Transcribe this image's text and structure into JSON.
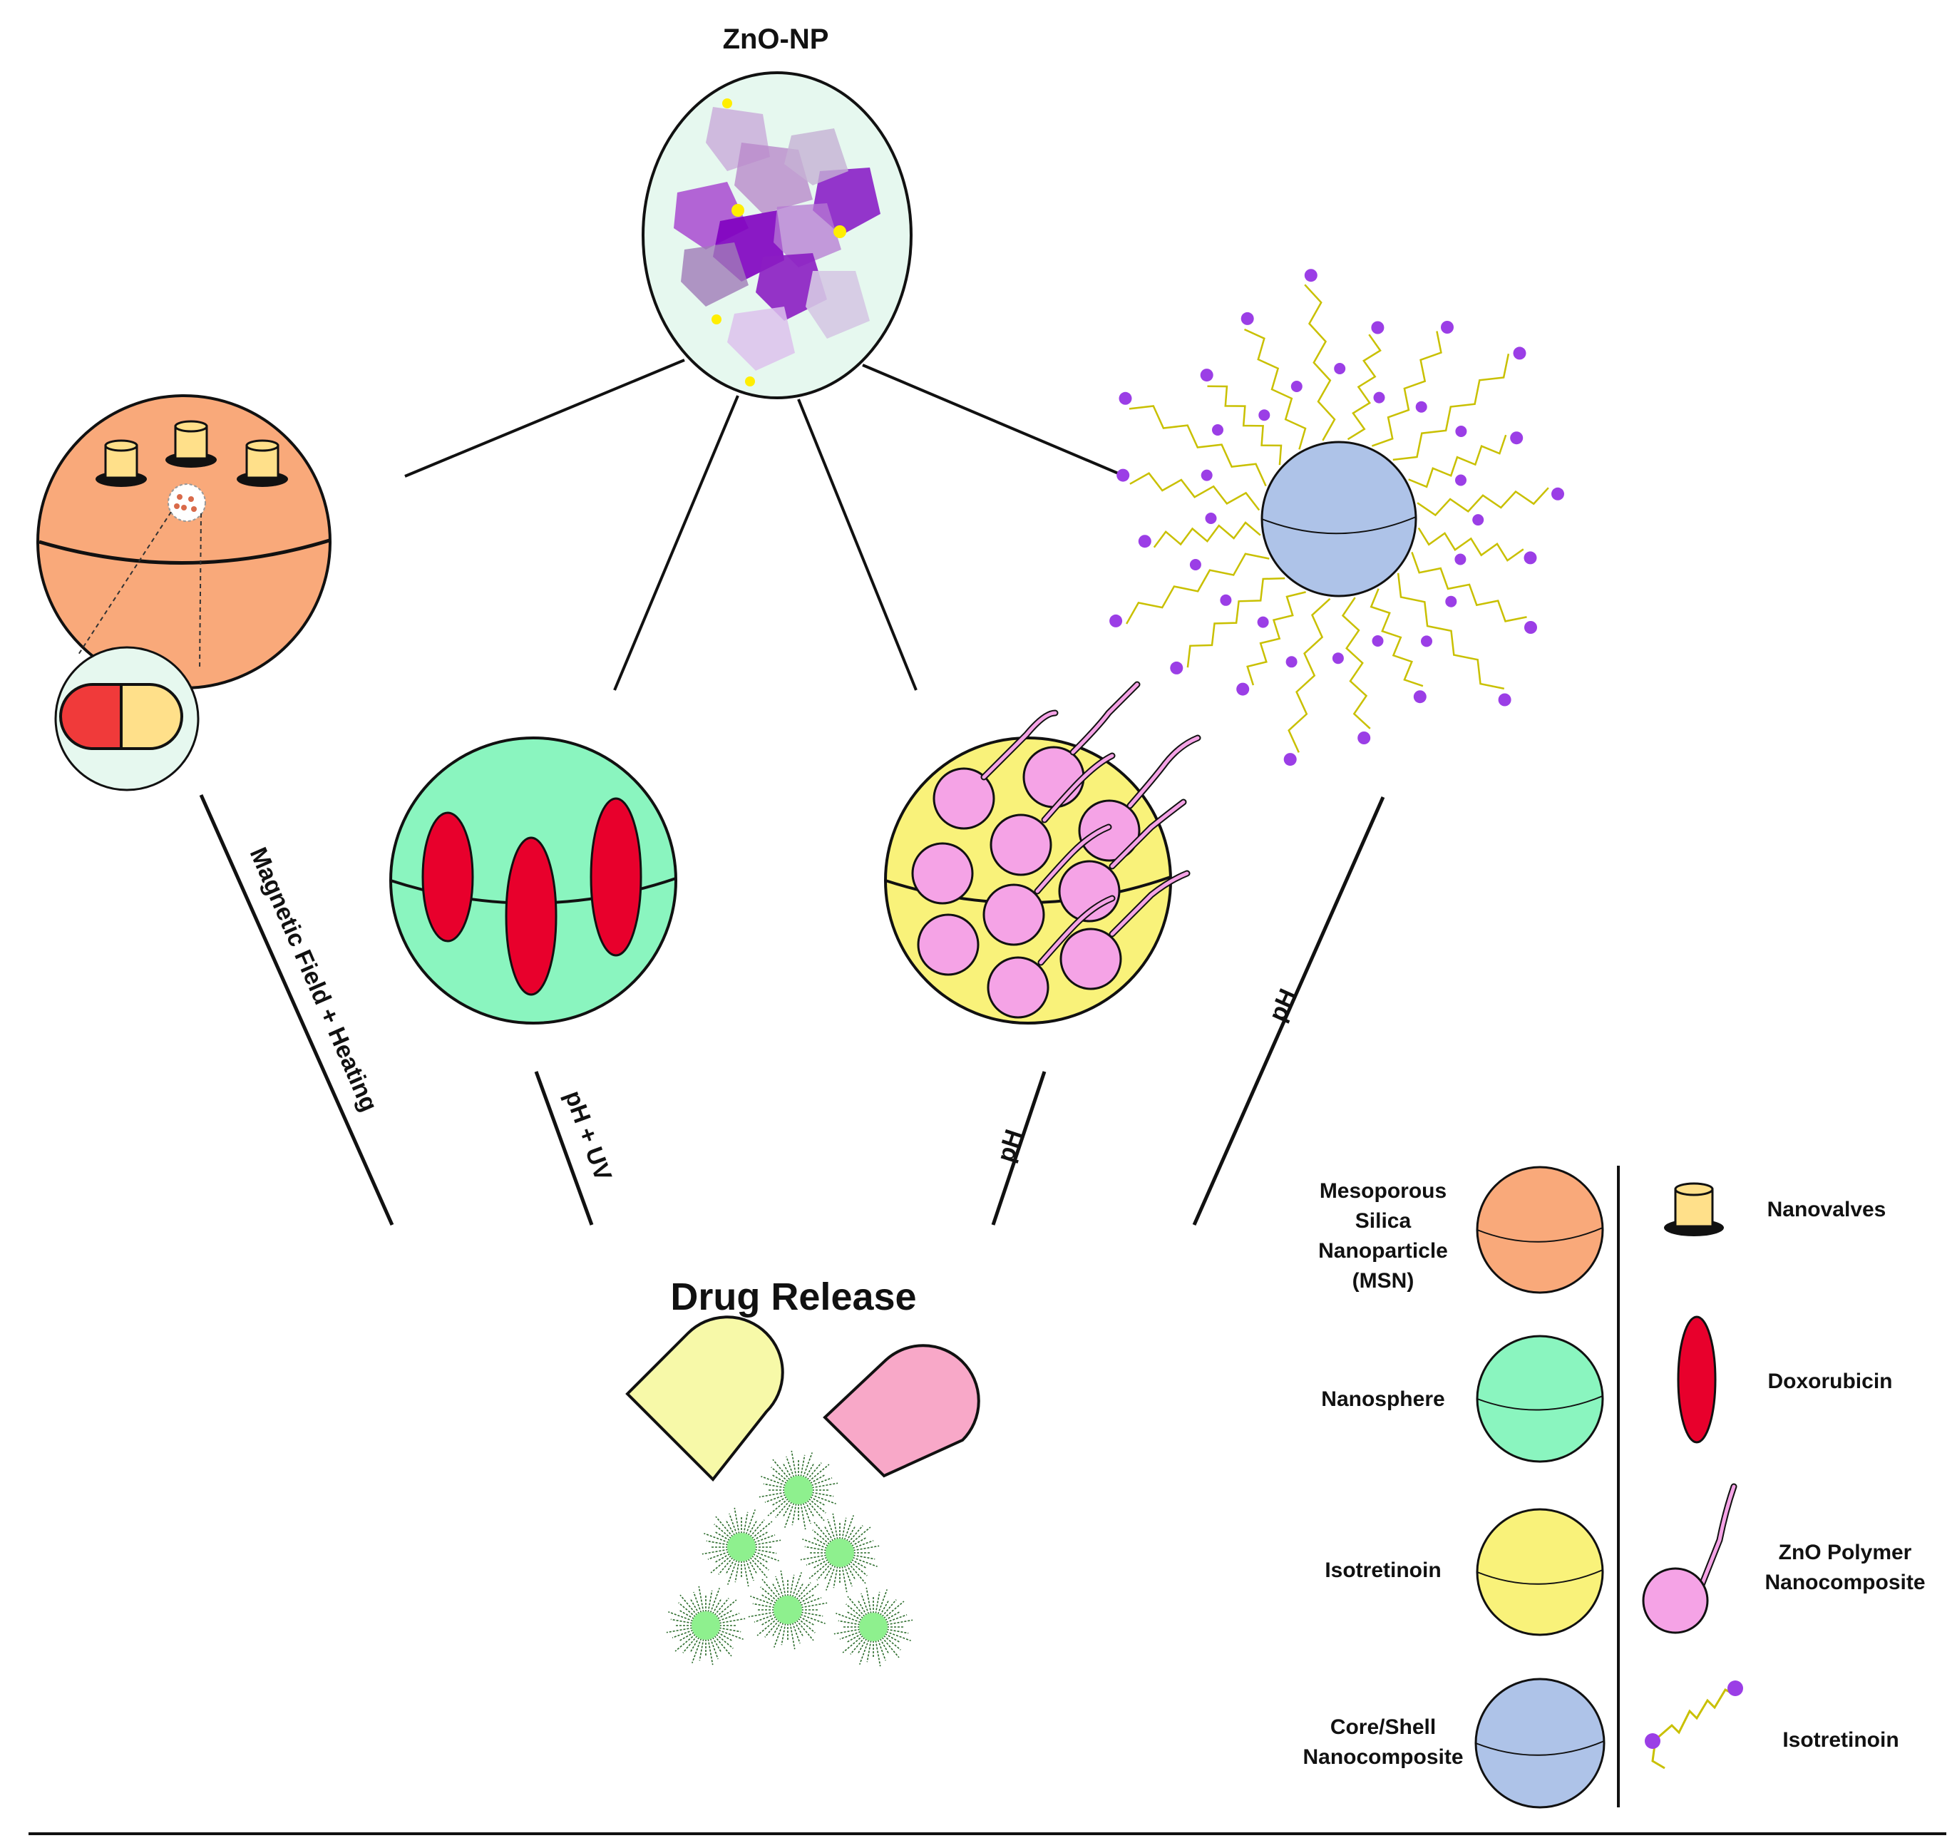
{
  "title": "ZnO-NP",
  "center_label": "Drug Release",
  "pathways": [
    {
      "label": "Magnetic Field + Heating"
    },
    {
      "label": "pH + UV"
    },
    {
      "label": "pH"
    },
    {
      "label": "pH"
    }
  ],
  "legend": {
    "left": [
      {
        "lines": [
          "Mesoporous",
          "Silica",
          "Nanoparticle",
          "(MSN)"
        ],
        "color": "#f9a97a"
      },
      {
        "lines": [
          "Nanosphere"
        ],
        "color": "#8af5bf"
      },
      {
        "lines": [
          "Isotretinoin"
        ],
        "color": "#f9f27a"
      },
      {
        "lines": [
          "Core/Shell",
          "Nanocomposite"
        ],
        "color": "#aec3e8"
      }
    ],
    "right": [
      {
        "lines": [
          "Nanovalves"
        ],
        "icon": "nanovalve-icon"
      },
      {
        "lines": [
          "Doxorubicin"
        ],
        "icon": "doxorubicin-icon"
      },
      {
        "lines": [
          "ZnO Polymer",
          "Nanocomposite"
        ],
        "icon": "zno-polymer-icon"
      },
      {
        "lines": [
          "Isotretinoin"
        ],
        "icon": "isotretinoin-chain-icon"
      }
    ]
  },
  "colors": {
    "msn": "#f9a97a",
    "nanosphere": "#8af5bf",
    "isotretinoin": "#f9f27a",
    "core_shell": "#aec3e8",
    "zno_bg": "#e6f8ef",
    "doxorubicin": "#e8002c",
    "polymer": "#f5a3e6",
    "valve": "#ffe08a",
    "purple": "#8a1fc7"
  }
}
